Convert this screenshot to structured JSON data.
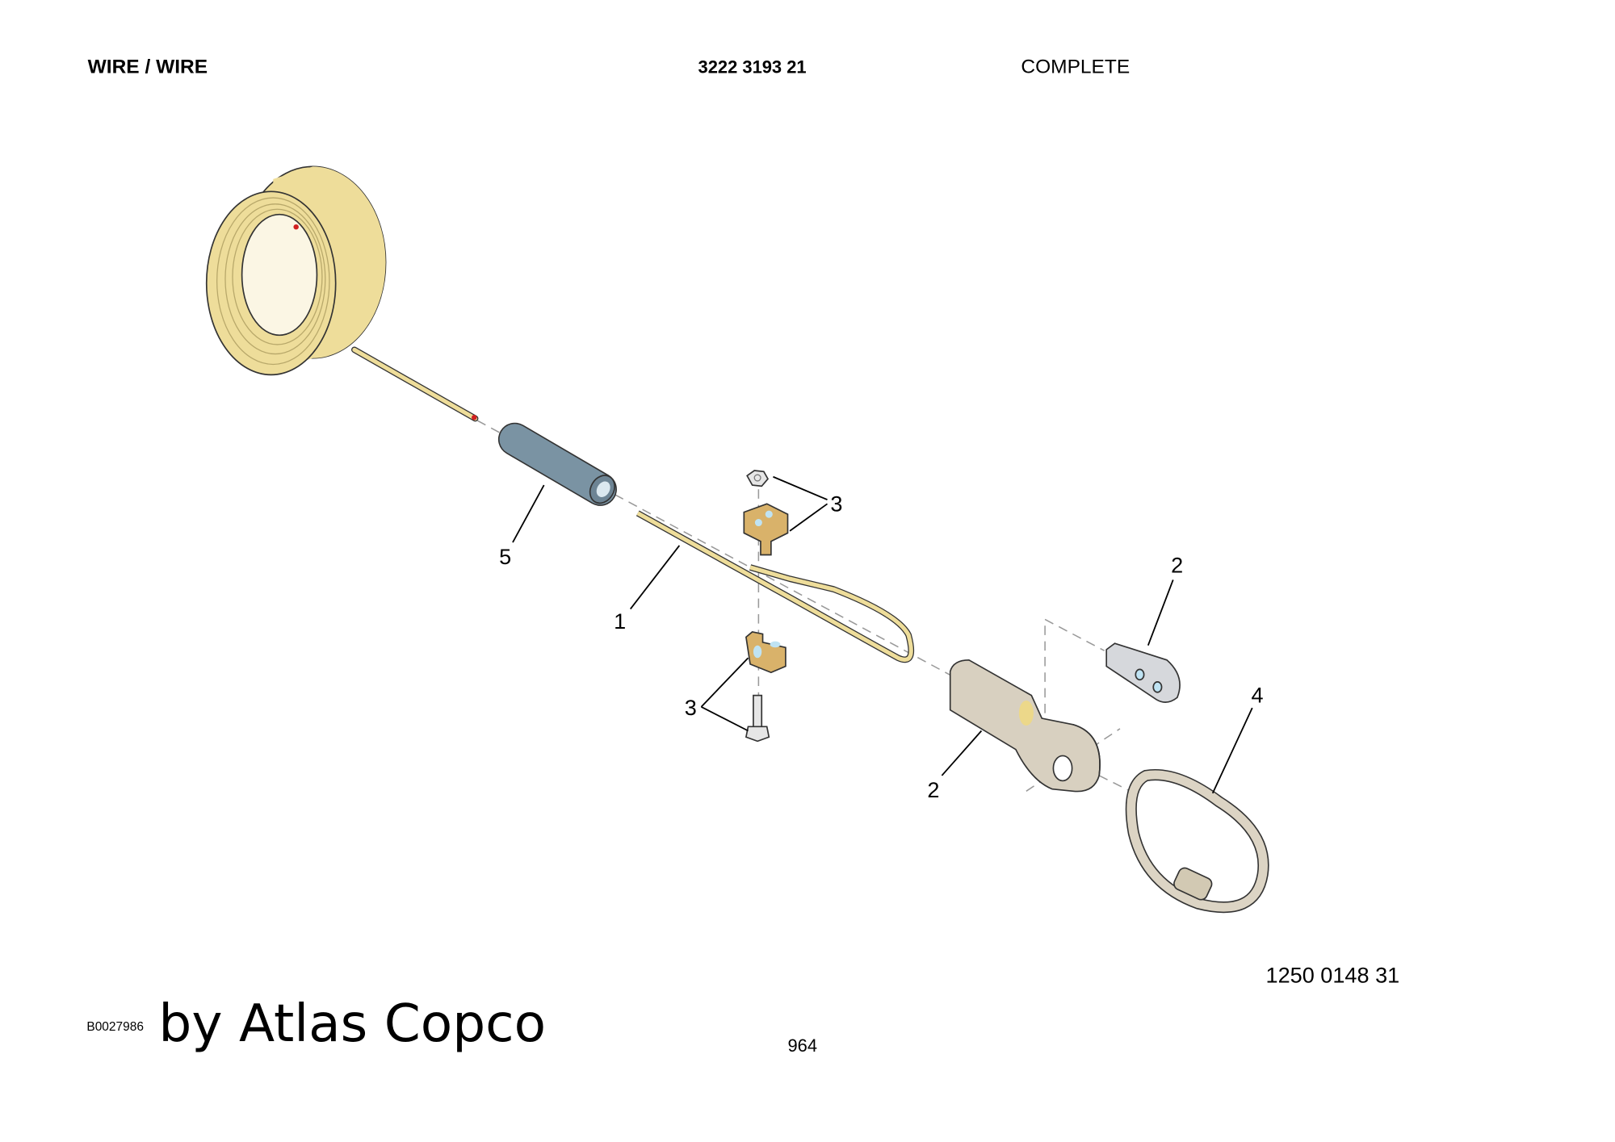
{
  "header": {
    "title": "WIRE / WIRE",
    "part_number": "3222 3193 21",
    "status": "COMPLETE"
  },
  "callouts": {
    "wire": "1",
    "thimble": "2",
    "thimble_plate": "2",
    "clamp_top": "3",
    "clamp_bottom": "3",
    "ring": "4",
    "sleeve": "5"
  },
  "footer": {
    "drawing_code": "B0027986",
    "brand": "by Atlas Copco",
    "page_number": "964",
    "reference_number": "1250 0148 31"
  },
  "colors": {
    "wire": "#eedd9a",
    "sleeve": "#7a93a3",
    "clamp": "#d9b26a",
    "thimble": "#d8d0c0",
    "plate": "#d6d8dc"
  }
}
